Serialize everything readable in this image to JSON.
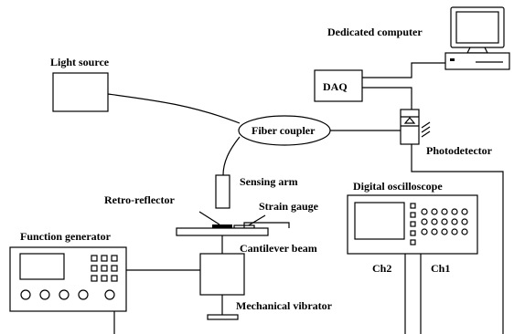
{
  "labels": {
    "dedicated_computer": "Dedicated computer",
    "light_source": "Light source",
    "daq": "DAQ",
    "fiber_coupler": "Fiber coupler",
    "photodetector": "Photodetector",
    "sensing_arm": "Sensing arm",
    "retro_reflector": "Retro-reflector",
    "strain_gauge": "Strain gauge",
    "digital_oscilloscope": "Digital oscilloscope",
    "function_generator": "Function generator",
    "cantilever_beam": "Cantilever beam",
    "ch2": "Ch2",
    "ch1": "Ch1",
    "mechanical_vibrator": "Mechanical vibrator"
  },
  "colors": {
    "line": "#000000",
    "screen": "#ffffff",
    "panel": "#ffffff"
  },
  "icons": [
    "computer-icon",
    "photodetector-icon",
    "oscilloscope-icon",
    "function-generator-icon",
    "vibrator-icon"
  ]
}
